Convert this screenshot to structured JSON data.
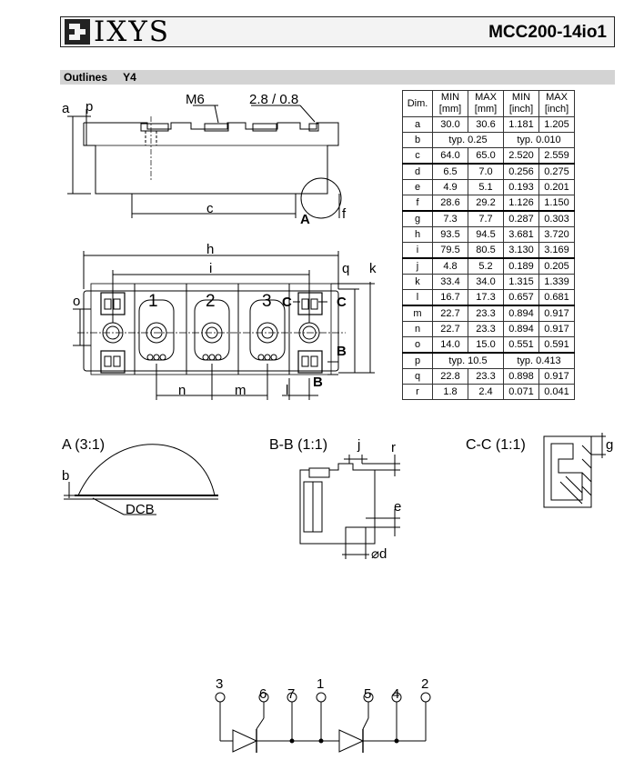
{
  "header": {
    "logo": "IXYS",
    "part_number": "MCC200-14io1"
  },
  "section": {
    "title": "Outlines",
    "package": "Y4"
  },
  "table": {
    "headers": [
      "Dim.",
      "MIN\n[mm]",
      "MAX\n[mm]",
      "MIN\n[inch]",
      "MAX\n[inch]"
    ],
    "rows": [
      {
        "dim": "a",
        "min_mm": "30.0",
        "max_mm": "30.6",
        "min_in": "1.181",
        "max_in": "1.205"
      },
      {
        "dim": "b",
        "typ_mm": "typ. 0.25",
        "typ_in": "typ. 0.010"
      },
      {
        "dim": "c",
        "min_mm": "64.0",
        "max_mm": "65.0",
        "min_in": "2.520",
        "max_in": "2.559"
      },
      {
        "dim": "d",
        "min_mm": "6.5",
        "max_mm": "7.0",
        "min_in": "0.256",
        "max_in": "0.275"
      },
      {
        "dim": "e",
        "min_mm": "4.9",
        "max_mm": "5.1",
        "min_in": "0.193",
        "max_in": "0.201"
      },
      {
        "dim": "f",
        "min_mm": "28.6",
        "max_mm": "29.2",
        "min_in": "1.126",
        "max_in": "1.150"
      },
      {
        "dim": "g",
        "min_mm": "7.3",
        "max_mm": "7.7",
        "min_in": "0.287",
        "max_in": "0.303"
      },
      {
        "dim": "h",
        "min_mm": "93.5",
        "max_mm": "94.5",
        "min_in": "3.681",
        "max_in": "3.720"
      },
      {
        "dim": "i",
        "min_mm": "79.5",
        "max_mm": "80.5",
        "min_in": "3.130",
        "max_in": "3.169"
      },
      {
        "dim": "j",
        "min_mm": "4.8",
        "max_mm": "5.2",
        "min_in": "0.189",
        "max_in": "0.205"
      },
      {
        "dim": "k",
        "min_mm": "33.4",
        "max_mm": "34.0",
        "min_in": "1.315",
        "max_in": "1.339"
      },
      {
        "dim": "l",
        "min_mm": "16.7",
        "max_mm": "17.3",
        "min_in": "0.657",
        "max_in": "0.681"
      },
      {
        "dim": "m",
        "min_mm": "22.7",
        "max_mm": "23.3",
        "min_in": "0.894",
        "max_in": "0.917"
      },
      {
        "dim": "n",
        "min_mm": "22.7",
        "max_mm": "23.3",
        "min_in": "0.894",
        "max_in": "0.917"
      },
      {
        "dim": "o",
        "min_mm": "14.0",
        "max_mm": "15.0",
        "min_in": "0.551",
        "max_in": "0.591"
      },
      {
        "dim": "p",
        "typ_mm": "typ. 10.5",
        "typ_in": "typ. 0.413"
      },
      {
        "dim": "q",
        "min_mm": "22.8",
        "max_mm": "23.3",
        "min_in": "0.898",
        "max_in": "0.917"
      },
      {
        "dim": "r",
        "min_mm": "1.8",
        "max_mm": "2.4",
        "min_in": "0.071",
        "max_in": "0.041"
      }
    ]
  },
  "drawing_labels": {
    "a": "a",
    "p": "p",
    "m6": "M6",
    "thread": "2.8 / 0.8",
    "c": "c",
    "A": "A",
    "f": "f",
    "h": "h",
    "i": "i",
    "q": "q",
    "k": "k",
    "o": "o",
    "C": "C",
    "B": "B",
    "n": "n",
    "m": "m",
    "l": "l",
    "t1": "1",
    "t2": "2",
    "t3": "3"
  },
  "details": {
    "a_title": "A (3:1)",
    "b": "b",
    "dcb": "DCB",
    "bb_title": "B-B (1:1)",
    "j": "j",
    "r": "r",
    "e": "e",
    "d": "⌀d",
    "cc_title": "C-C (1:1)",
    "g": "g"
  },
  "schematic": {
    "pins": [
      "3",
      "6",
      "7",
      "1",
      "5",
      "4",
      "2"
    ]
  }
}
